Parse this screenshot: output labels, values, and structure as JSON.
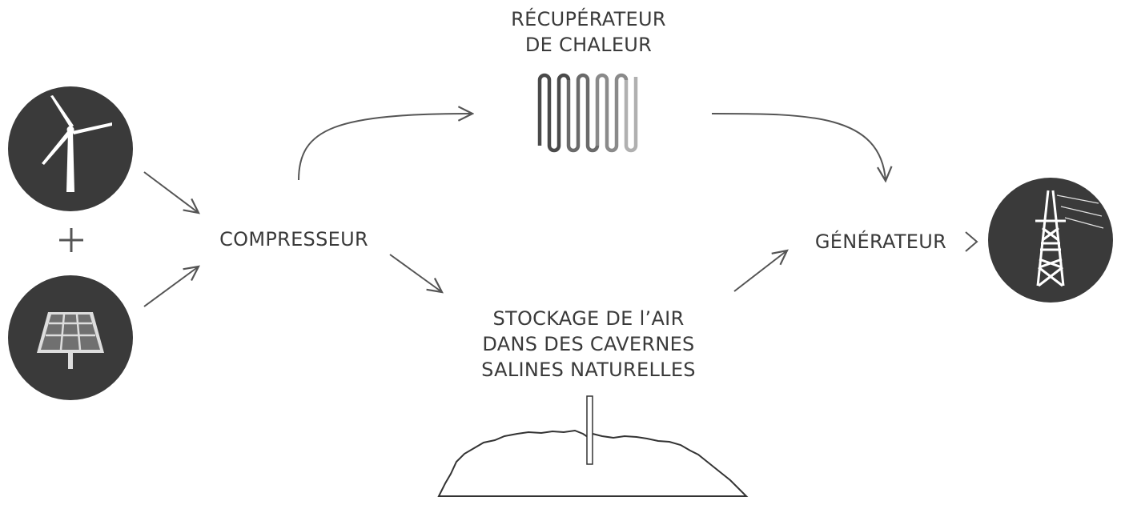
{
  "labels": {
    "heat_recovery": [
      "RÉCUPÉRATEUR",
      "DE CHALEUR"
    ],
    "compressor": "COMPRESSEUR",
    "generator": "GÉNÉRATEUR",
    "storage": [
      "STOCKAGE DE l’AIR",
      "DANS DES CAVERNES",
      "SALINES NATURELLES"
    ],
    "plus_sign": "+"
  },
  "icons": {
    "wind": "wind-turbine-icon",
    "solar": "solar-panel-icon",
    "pylon": "power-pylon-icon",
    "heat_exchanger": "heat-exchanger-coil-icon",
    "salt_cavern": "salt-cavern-icon"
  },
  "colors": {
    "circle_fill": "#3a3a3a",
    "line": "#555555",
    "text": "#3a3a3a"
  }
}
